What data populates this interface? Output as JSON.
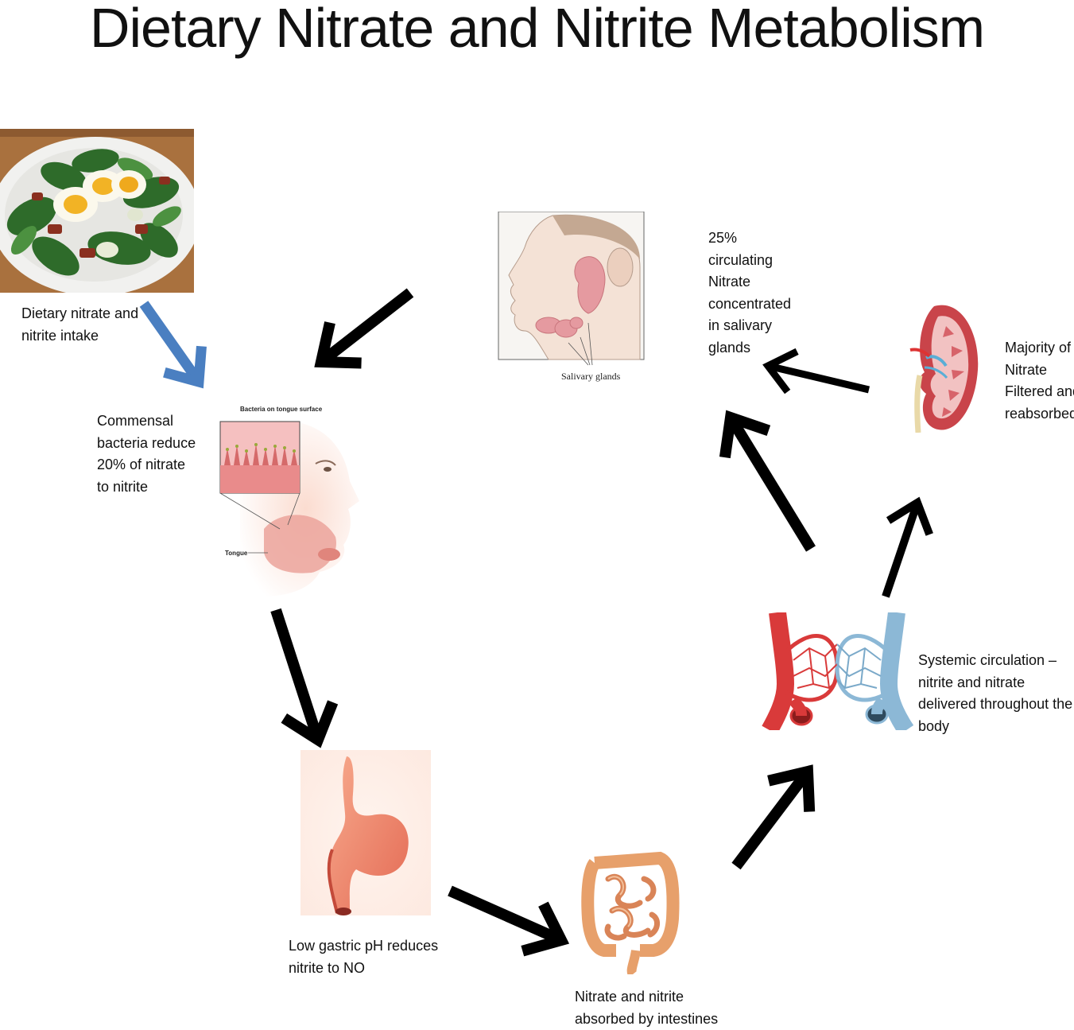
{
  "title": "Dietary Nitrate and Nitrite Metabolism",
  "labels": {
    "dietary_intake": "Dietary nitrate and\nnitrite  intake",
    "commensal_bacteria": "Commensal\nbacteria reduce\n20% of nitrate\nto nitrite",
    "gastric": "Low gastric pH reduces\nnitrite to NO",
    "intestines": "Nitrate and nitrite\nabsorbed by intestines",
    "systemic": "Systemic circulation –\nnitrite and nitrate\ndelivered throughout the\nbody",
    "kidney": "Majority of\nNitrate\nFiltered and\nreabsorbed",
    "salivary_note": "25%\ncirculating\nNitrate\nconcentrated\nin salivary\nglands"
  },
  "image_captions": {
    "salivary_glands": "Salivary glands",
    "bacteria_on_tongue": "Bacteria on tongue surface",
    "tongue": "Tongue"
  },
  "colors": {
    "arrow": "#000000",
    "intake_arrow": "#4a7fc1",
    "tissue_pink": "#e98b8b",
    "artery_red": "#d93a3a",
    "vein_blue": "#8cb8d6",
    "leaf_green": "#2e6b2a"
  }
}
